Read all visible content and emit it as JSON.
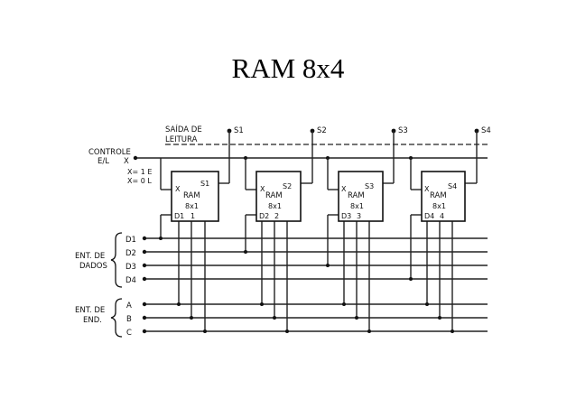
{
  "slide": {
    "title": "RAM 8x4"
  },
  "diagram": {
    "read_output_label": [
      "SAÍDA DE",
      "LEITURA"
    ],
    "control": {
      "label_line1": "CONTROLE",
      "label_line2": "E/L",
      "signal": "X",
      "note1": "X= 1 E",
      "note2": "X= 0 L"
    },
    "data_inputs": {
      "label_line1": "ENT. DE",
      "label_line2": "DADOS",
      "lines": [
        "D1",
        "D2",
        "D3",
        "D4"
      ]
    },
    "address_inputs": {
      "label_line1": "ENT. DE",
      "label_line2": "END.",
      "lines": [
        "A",
        "B",
        "C"
      ]
    },
    "outputs": [
      "S1",
      "S2",
      "S3",
      "S4"
    ],
    "chips": [
      {
        "x_label": "X",
        "s_label": "S1",
        "name": "RAM",
        "size": "8x1",
        "d_label": "D1",
        "index": "1"
      },
      {
        "x_label": "X",
        "s_label": "S2",
        "name": "RAM",
        "size": "8x1",
        "d_label": "D2",
        "index": "2"
      },
      {
        "x_label": "X",
        "s_label": "S3",
        "name": "RAM",
        "size": "8x1",
        "d_label": "D3",
        "index": "3"
      },
      {
        "x_label": "X",
        "s_label": "S4",
        "name": "RAM",
        "size": "8x1",
        "d_label": "D4",
        "index": "4"
      }
    ]
  }
}
